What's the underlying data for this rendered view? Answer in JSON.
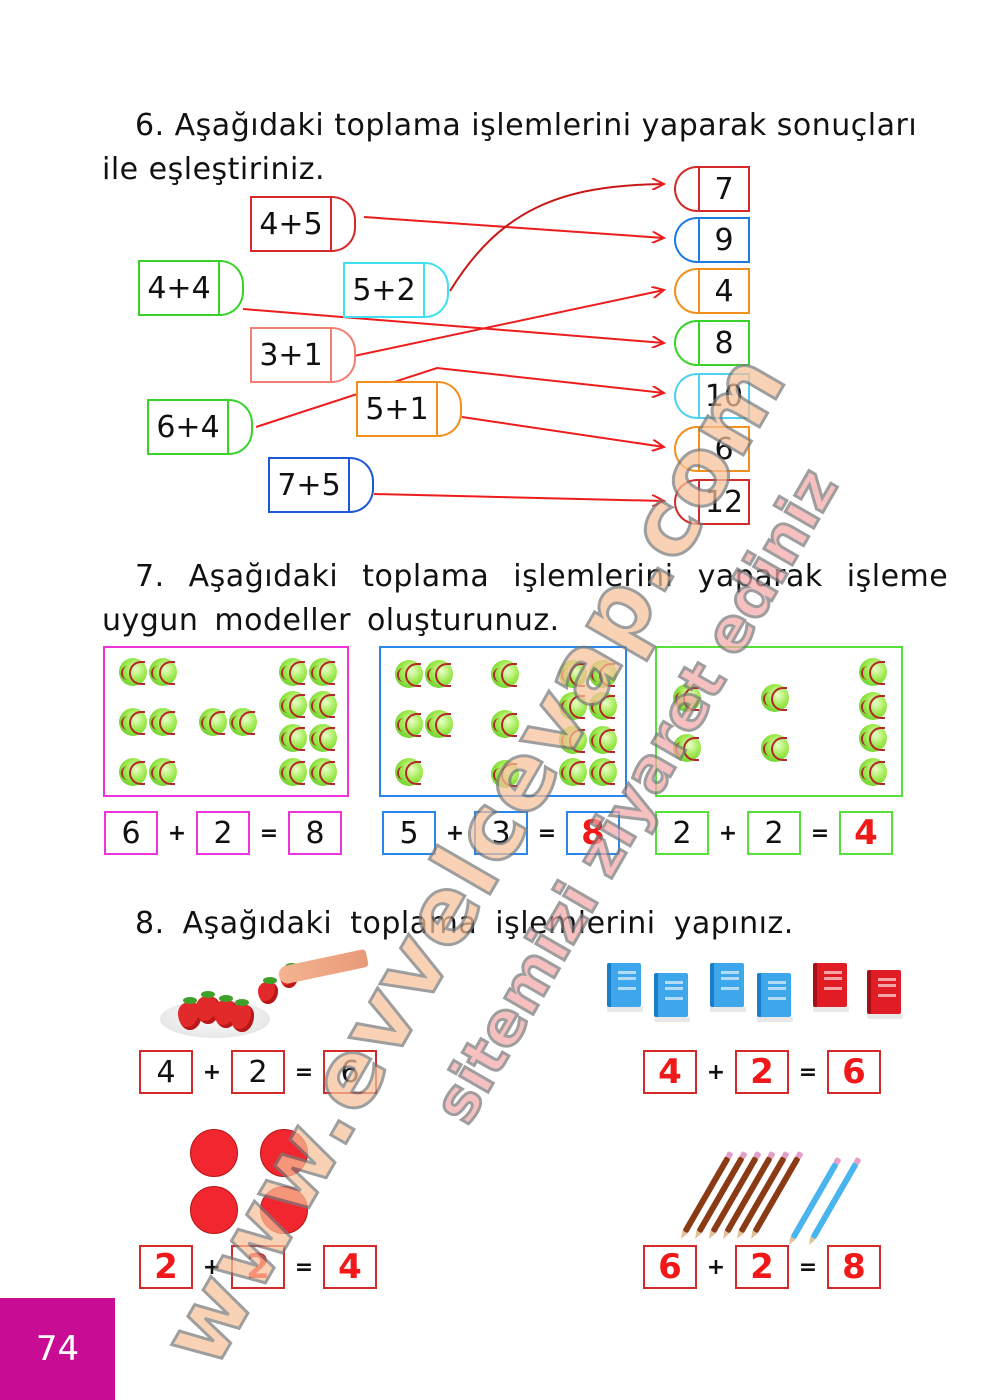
{
  "page_number": "74",
  "exercise6": {
    "title_line1": "6. Aşağıdaki toplama işlemlerini yaparak sonuçları",
    "title_line2": "ile eşleştiriniz.",
    "expressions": [
      {
        "label": "4+5",
        "color": "#d42a2a",
        "answer": "9"
      },
      {
        "label": "4+4",
        "color": "#37d32a",
        "answer": "8"
      },
      {
        "label": "5+2",
        "color": "#3fe0f0",
        "answer": "7"
      },
      {
        "label": "3+1",
        "color": "#f08070",
        "answer": "4"
      },
      {
        "label": "5+1",
        "color": "#f2901e",
        "answer": "6"
      },
      {
        "label": "6+4",
        "color": "#37d32a",
        "answer": "10"
      },
      {
        "label": "7+5",
        "color": "#1c57d8",
        "answer": "12"
      }
    ],
    "results": [
      {
        "label": "7",
        "color": "#d42a2a"
      },
      {
        "label": "9",
        "color": "#1c7ae0"
      },
      {
        "label": "4",
        "color": "#f2901e"
      },
      {
        "label": "8",
        "color": "#37d32a"
      },
      {
        "label": "10",
        "color": "#4fd2ee"
      },
      {
        "label": "6",
        "color": "#f2901e"
      },
      {
        "label": "12",
        "color": "#d42a2a"
      }
    ],
    "line_color": "#ee1c1c"
  },
  "exercise7": {
    "title_line1": "7. Aşağıdaki toplama işlemlerini yaparak işleme",
    "title_line2": "uygun modeller oluşturunuz.",
    "models": [
      {
        "color": "#ee33dd",
        "a": "6",
        "b": "2",
        "sum": "8",
        "sum_filled": false
      },
      {
        "color": "#2a86e8",
        "a": "5",
        "b": "3",
        "sum": "8",
        "sum_filled": true
      },
      {
        "color": "#55e03a",
        "a": "2",
        "b": "2",
        "sum": "4",
        "sum_filled": true
      }
    ],
    "plus": "+",
    "equals": "="
  },
  "exercise8": {
    "title": "8. Aşağıdaki toplama işlemlerini yapınız.",
    "problems": [
      {
        "picture": "strawberries",
        "a": "4",
        "b": "2",
        "sum": "6",
        "filled": false
      },
      {
        "picture": "books",
        "a": "4",
        "b": "2",
        "sum": "6",
        "filled": true
      },
      {
        "picture": "red-dots",
        "a": "2",
        "b": "2",
        "sum": "4",
        "filled": true
      },
      {
        "picture": "pencils",
        "a": "6",
        "b": "2",
        "sum": "8",
        "filled": true
      }
    ],
    "plus": "+",
    "equals": "=",
    "box_color": "#d42a2a"
  },
  "watermark": {
    "line1": "www.evvelcevap.com",
    "line2": "sitemizi ziyaret ediniz"
  }
}
